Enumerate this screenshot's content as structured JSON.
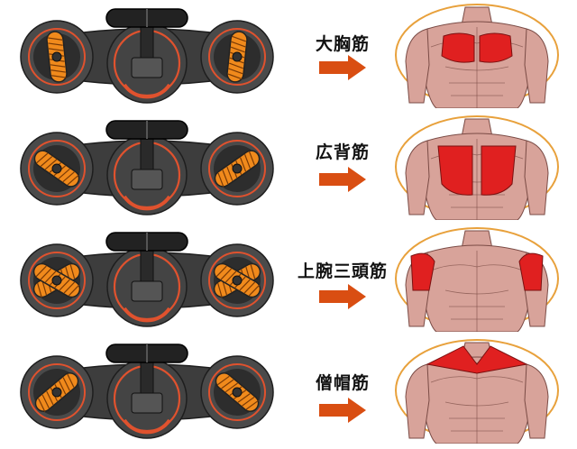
{
  "rows": [
    {
      "label": "大胸筋",
      "grip": "vertical",
      "highlight": "chest"
    },
    {
      "label": "広背筋",
      "grip": "angled",
      "highlight": "lats"
    },
    {
      "label": "上腕三頭筋",
      "grip": "cross",
      "highlight": "triceps"
    },
    {
      "label": "僧帽筋",
      "grip": "angled-reverse",
      "highlight": "trapezius"
    }
  ],
  "colors": {
    "plate": "#3d3d3d",
    "ring": "#e0522e",
    "grip": "#f08a1c",
    "arrow": "#d94e12",
    "frame": "#e8a13c",
    "muscle": "#d8a39a",
    "highlight": "#e02020"
  }
}
